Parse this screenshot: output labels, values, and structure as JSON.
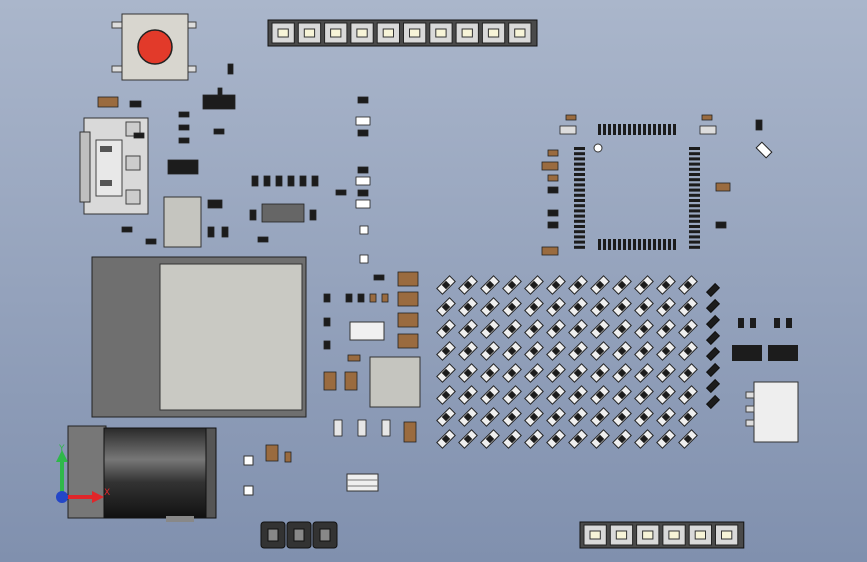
{
  "axis": {
    "y_label": "Y",
    "x_label": "X",
    "y_color": "#2fb84a",
    "x_color": "#e0262a",
    "origin_color": "#2346c8"
  },
  "colors": {
    "background_top": "#a9b6cb",
    "background_bottom": "#7f8fae",
    "chip_body": "#1c1c1c",
    "chip_lead": "#d9d9d9",
    "capacitor_brown": "#9a6b3f",
    "module_gray": "#6e6e6e",
    "shield_gray": "#c9c9c3",
    "button_red": "#e23a2a"
  },
  "icons": {
    "push_button": "tactile-switch-icon",
    "usb": "usb-c-connector-icon",
    "buzzer": "cylinder-motor-icon",
    "axis": "xyz-triad-icon"
  },
  "pin_header_top": {
    "pins": 10
  },
  "pin_header_bottom": {
    "pins": 6
  },
  "mini_connector": {
    "pins": 3
  },
  "led_matrix": {
    "rows": 8,
    "cols": 12
  }
}
